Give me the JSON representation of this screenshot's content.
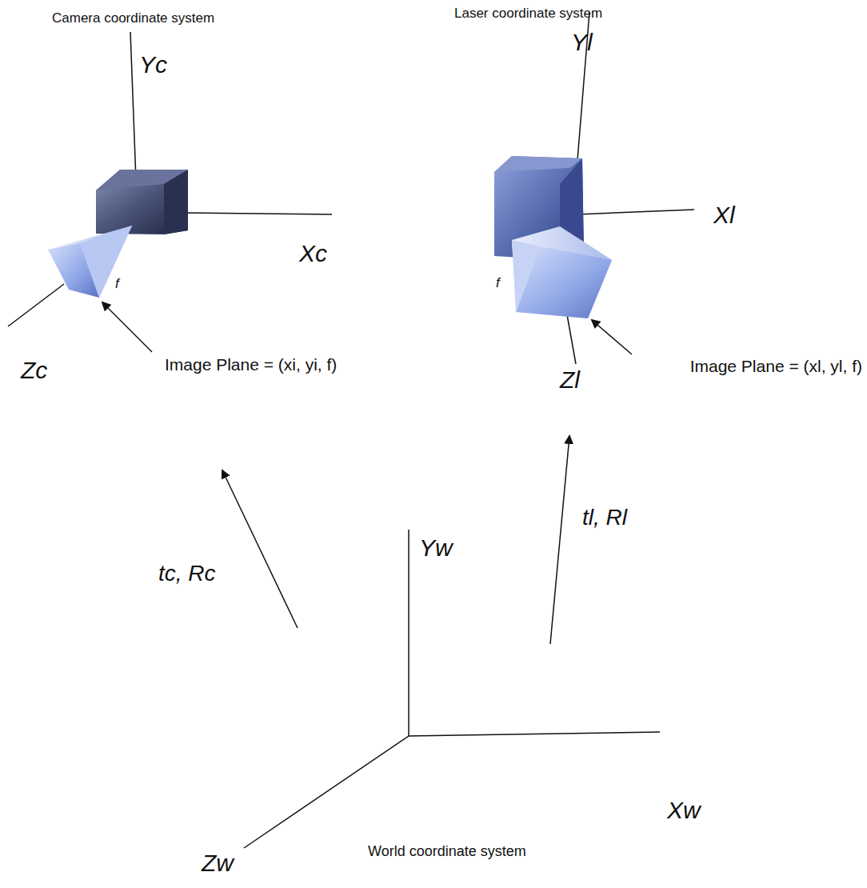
{
  "diagram": {
    "labels": [
      "Camera coordinate system",
      "Laser coordinate system",
      "Yc",
      "Xc",
      "Zc",
      "f",
      "Image Plane = (xi, yi, f)",
      "Yl",
      "Xl",
      "f",
      "Zl",
      "Image Plane = (xl, yl, f)",
      "tc, Rc",
      "tl, Rl",
      "Yw",
      "Xw",
      "Zw",
      "World coordinate system"
    ]
  }
}
